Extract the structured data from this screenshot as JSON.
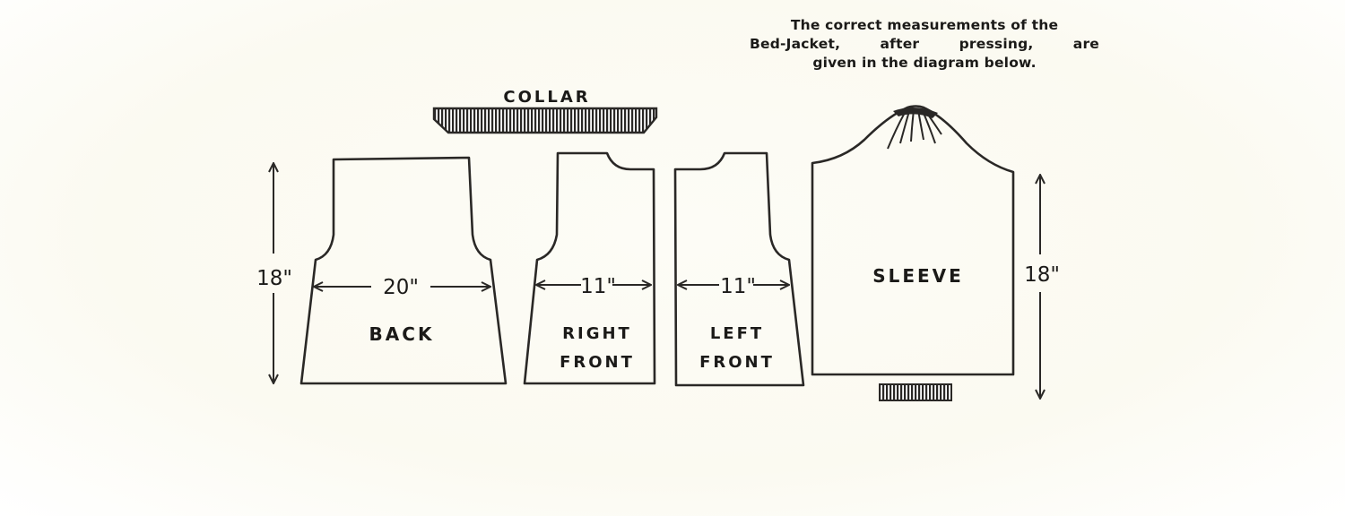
{
  "caption": {
    "line1": "The correct measurements of the",
    "line2": "Bed-Jacket, after pressing, are",
    "line3": "given in the diagram below."
  },
  "pieces": {
    "collar": "COLLAR",
    "back": "BACK",
    "right_front_line1": "RIGHT",
    "right_front_line2": "FRONT",
    "left_front_line1": "LEFT",
    "left_front_line2": "FRONT",
    "sleeve": "SLEEVE"
  },
  "measurements": {
    "back_height": "18\"",
    "back_width": "20\"",
    "right_front_width": "11\"",
    "left_front_width": "11\"",
    "sleeve_height": "18\""
  },
  "colors": {
    "ink": "#2a2826",
    "paper": "#fbfaf1"
  }
}
